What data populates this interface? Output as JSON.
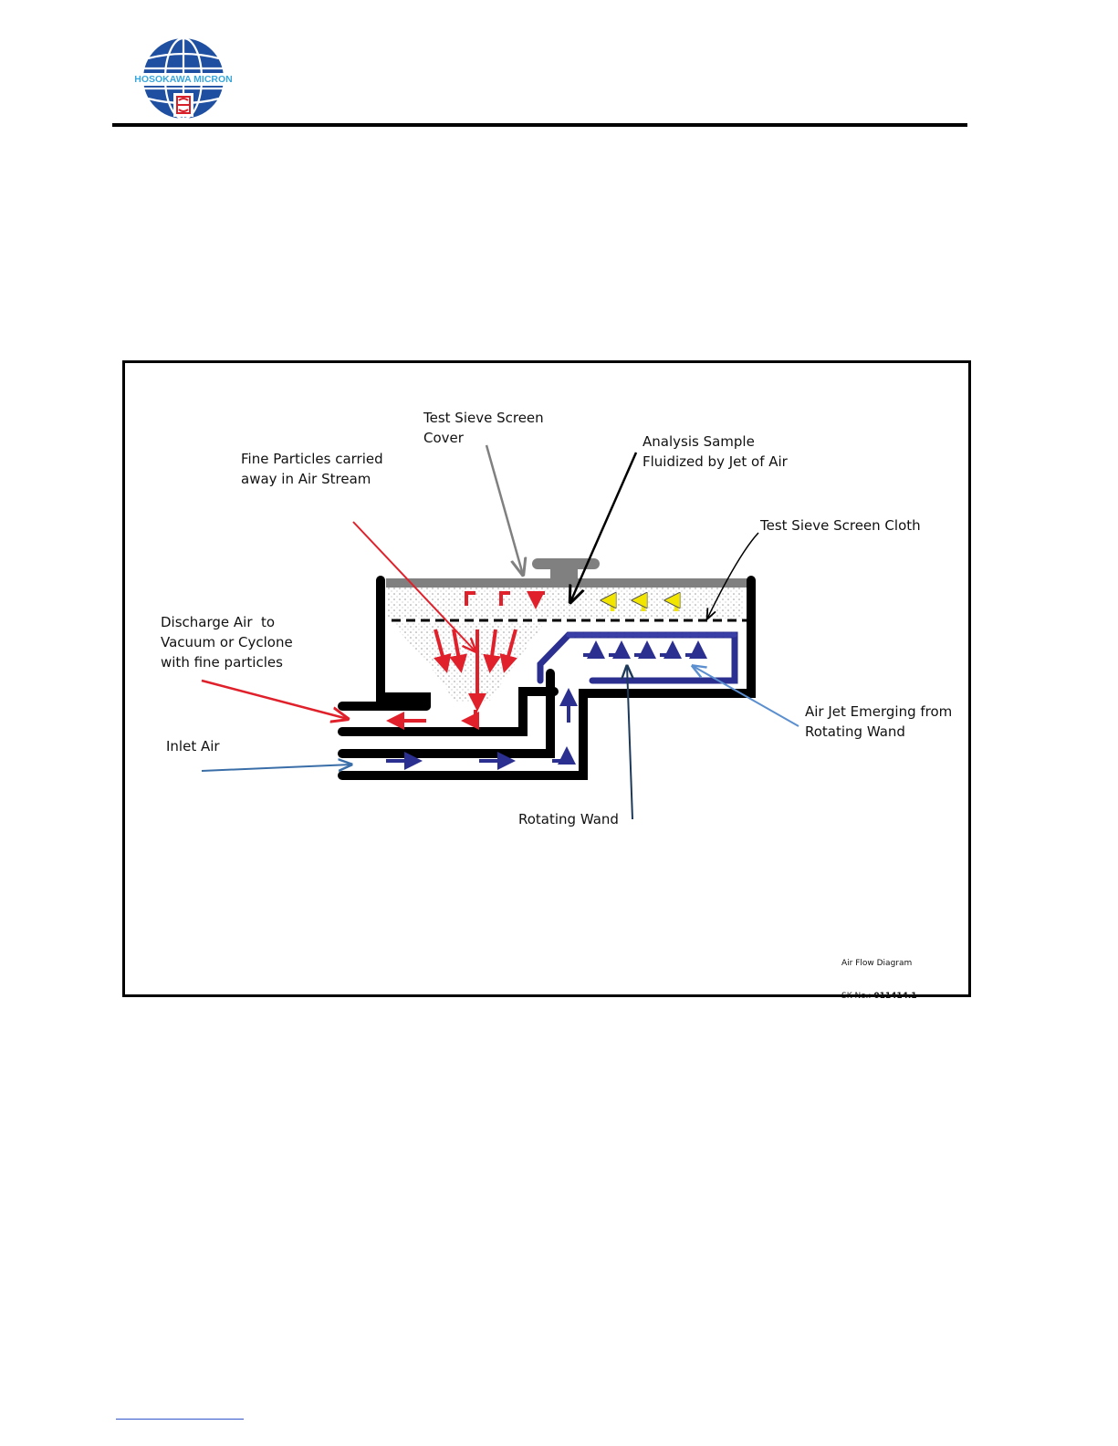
{
  "logo": {
    "text": "HOSOKAWA MICRON",
    "colors": {
      "globe": "#1f4fa0",
      "text": "#3aa7dc",
      "emblem": "#d8202a"
    }
  },
  "diagram": {
    "labels": {
      "sieve_cover": "Test Sieve Screen\nCover",
      "fine_particles": "Fine Particles carried\naway in Air Stream",
      "analysis_sample": "Analysis Sample\nFluidized by Jet of Air",
      "sieve_cloth": "Test Sieve Screen Cloth",
      "discharge_air": "Discharge Air  to\nVacuum or Cyclone\nwith fine particles",
      "inlet_air": "Inlet Air",
      "air_jet": "Air Jet Emerging from\nRotating Wand",
      "rotating_wand": "Rotating Wand"
    },
    "caption": {
      "line1": "Air Flow Diagram",
      "prefix": "SK No.: ",
      "number": "011414.1"
    },
    "colors": {
      "outline": "#000000",
      "air_out": "#e0202a",
      "air_in": "#2b2f8f",
      "sample_flow": "#f2e600",
      "cover": "#808080"
    }
  }
}
